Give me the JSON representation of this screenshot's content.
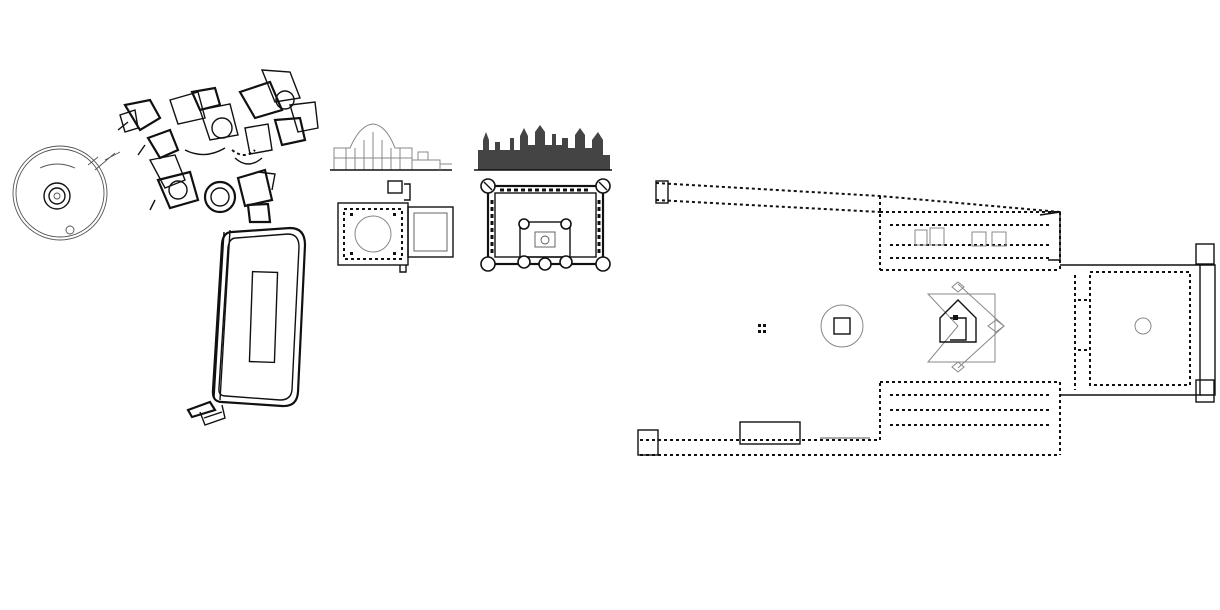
{
  "drawings": [
    {
      "id": "round-temple-plan",
      "icon": "circular-plan-icon"
    },
    {
      "id": "villa-complex-plan",
      "icon": "rambling-villa-plan-icon"
    },
    {
      "id": "circus-arena-plan",
      "icon": "oval-arena-plan-icon"
    },
    {
      "id": "domed-hall-elevation",
      "icon": "domed-elevation-icon"
    },
    {
      "id": "domed-hall-plan",
      "icon": "rectangular-hall-plan-icon"
    },
    {
      "id": "castle-elevation",
      "icon": "castle-silhouette-icon"
    },
    {
      "id": "castle-plan",
      "icon": "four-tower-castle-plan-icon"
    },
    {
      "id": "palace-forum-plan",
      "icon": "long-colonnaded-plan-icon"
    }
  ],
  "colors": {
    "ink": "#111111",
    "grey": "#888888",
    "paper": "#ffffff"
  }
}
